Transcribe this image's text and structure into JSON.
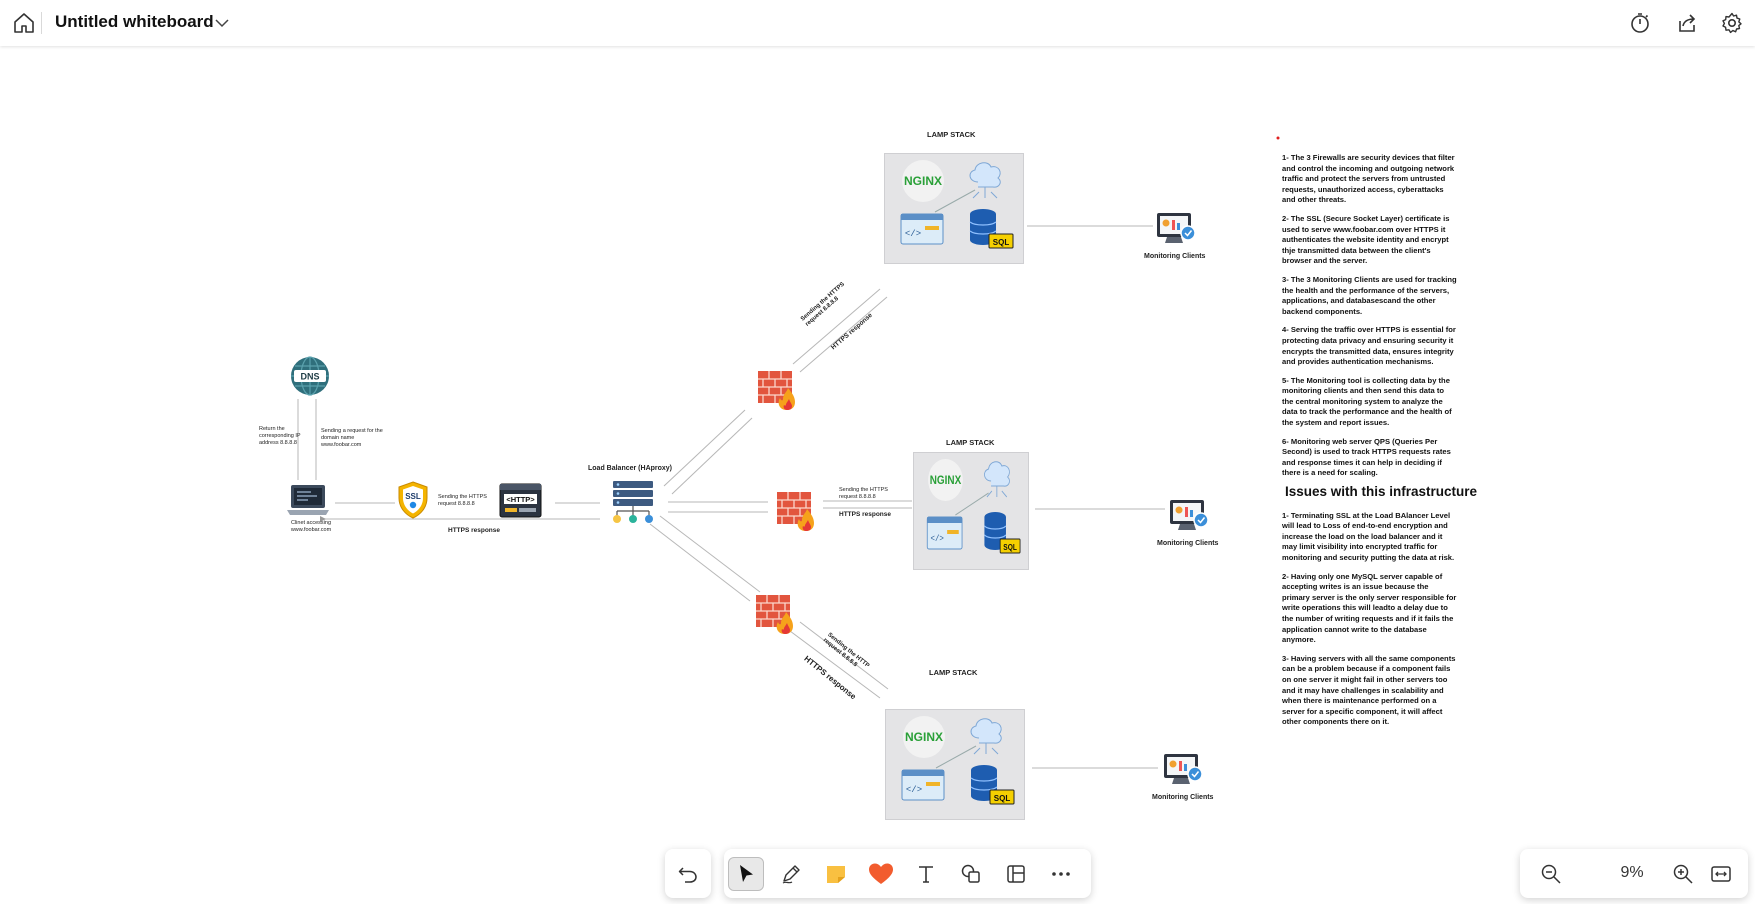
{
  "app": {
    "title": "Untitled whiteboard"
  },
  "topbar": {
    "home_icon": "home-icon",
    "title_menu_icon": "chevron-down-icon",
    "right_icons": [
      "timer-icon",
      "share-icon",
      "settings-icon"
    ]
  },
  "diagram": {
    "client_label": "Clinet accessing www.foobar.com",
    "dns_icon_text": "DNS",
    "dns_return_label": "Return the corresponding IP address 8.8.8.8",
    "dns_request_label": "Sending a request for the domain name www.foobar.com",
    "ssl_icon_text": "SSL",
    "http_icon_text": "<HTTP>",
    "client_to_lb_label": "Sending the HTTPS request 8.8.8.8",
    "client_response_label": "HTTPS response",
    "load_balancer_label": "Load Balancer (HAproxy)",
    "top_request_label": "Sending the HTTPS request 8.8.8.8",
    "top_response_label": "HTTPS response",
    "middle_request_label": "Sending the HTTPS request 8.8.8.8",
    "middle_response_label": "HTTPS response",
    "bottom_request_label": "Sending the HTTP request 8.8.8.8",
    "bottom_response_label": "HTTPS response",
    "lamp_stack_label": "LAMP STACK",
    "nginx_text": "NGINX",
    "sql_text": "SQL",
    "monitoring_label": "Monitoring Clients"
  },
  "notes": {
    "items": [
      "1- The 3 Firewalls are security devices that filter and control the incoming and outgoing network traffic and protect the servers from untrusted requests, unauthorized access, cyberattacks and other threats.",
      "2- The SSL (Secure Socket Layer) certificate is used to serve www.foobar.com over HTTPS it authenticates the website identity and encrypt thje transmitted data between the client's browser and the server.",
      "3- The 3 Monitoring Clients are used for tracking the health and the performance of the servers, applications, and databasescand the other backend components.",
      "4- Serving the traffic over HTTPS is essential for protecting data privacy and ensuring security it encrypts the transmitted data, ensures integrity and provides authentication mechanisms.",
      "5- The Monitoring tool is collecting data by the monitoring clients and then send this data to the central monitoring system to analyze the data to track the performance and the health of the system and report issues.",
      "6- Monitoring web server QPS (Queries Per Second) is used to track HTTPS requests rates and response times it can help in deciding if there is a need for scaling."
    ],
    "issues_heading": "Issues with this infrastructure",
    "issues": [
      "1- Terminating SSL at the Load BAlancer Level will lead to Loss of end-to-end encryption and increase the load on the load balancer and it may limit visibility into encrypted traffic for monitoring and security putting the data at risk.",
      "2- Having only one MySQL server capable of accepting writes is an issue because the primary server is the only server responsible for write operations this will leadto a delay due to the number of writing requests and if it fails the application cannot write to the database anymore.",
      "3- Having servers with all the same components can be a problem because if a component fails on one server it might fail in other servers too and it may have challenges in scalability and when there is maintenance performed on a server for a specific component, it will affect other components there on it."
    ]
  },
  "toolbar": {
    "undo_icon": "undo-icon",
    "tools": [
      "select-tool-icon",
      "pen-icon",
      "sticky-note-icon",
      "reaction-heart-icon",
      "text-icon",
      "shapes-icon",
      "templates-icon",
      "more-icon"
    ]
  },
  "zoom": {
    "value": "9%"
  },
  "colors": {
    "nginx_green": "#2aa038",
    "firewall_brick": "#e2553e",
    "flame": "#f6a21b",
    "server_bg": "#e4e4e6",
    "sql_yellow": "#f5d000",
    "db_blue": "#1e5db0"
  }
}
